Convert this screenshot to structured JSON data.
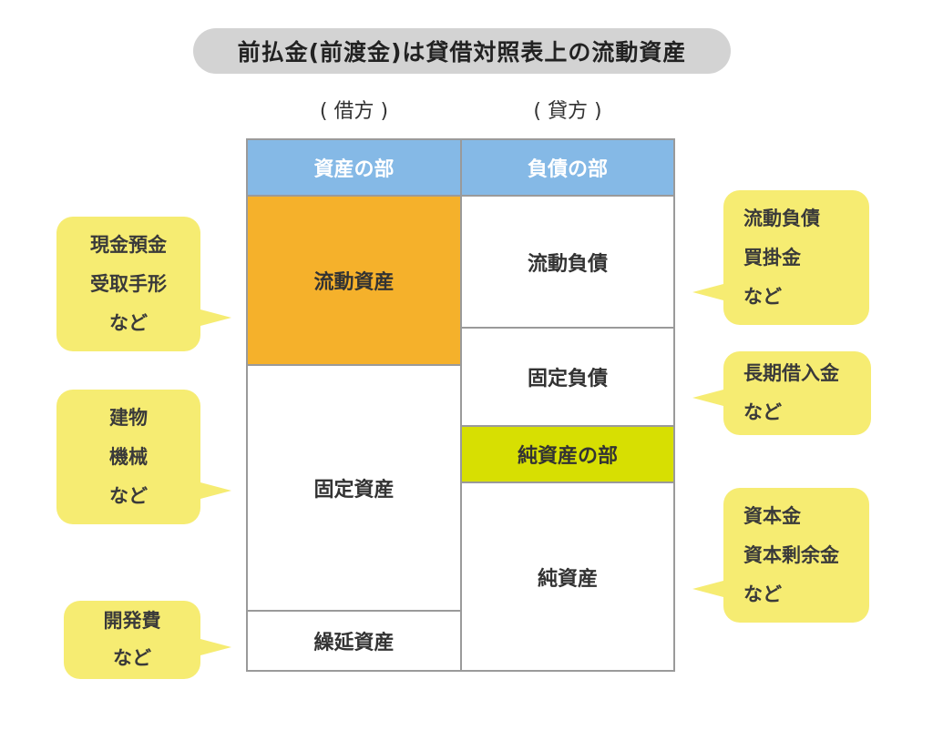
{
  "title": "前払金(前渡金)は貸借対照表上の流動資産",
  "debit_label": "( 借方 )",
  "credit_label": "( 貸方 )",
  "assets": {
    "header": "資産の部",
    "current": "流動資産",
    "fixed": "固定資産",
    "deferred": "繰延資産"
  },
  "liabilities": {
    "header": "負債の部",
    "current": "流動負債",
    "fixed": "固定負債"
  },
  "net_assets": {
    "header": "純資産の部",
    "body": "純資産"
  },
  "left_notes": {
    "current": [
      "現金預金",
      "受取手形",
      "など"
    ],
    "fixed": [
      "建物",
      "機械",
      "など"
    ],
    "deferred": [
      "開発費",
      "など"
    ]
  },
  "right_notes": {
    "current": [
      "流動負債",
      "買掛金",
      "など"
    ],
    "fixed": [
      "長期借入金",
      "など"
    ],
    "net": [
      "資本金",
      "資本剰余金",
      "など"
    ]
  },
  "colors": {
    "header_blue": "#85b9e6",
    "current_assets_orange": "#f5b12b",
    "net_assets_header": "#d7df02",
    "bubble_yellow": "#f6ec72",
    "title_gray": "#d3d3d3"
  }
}
